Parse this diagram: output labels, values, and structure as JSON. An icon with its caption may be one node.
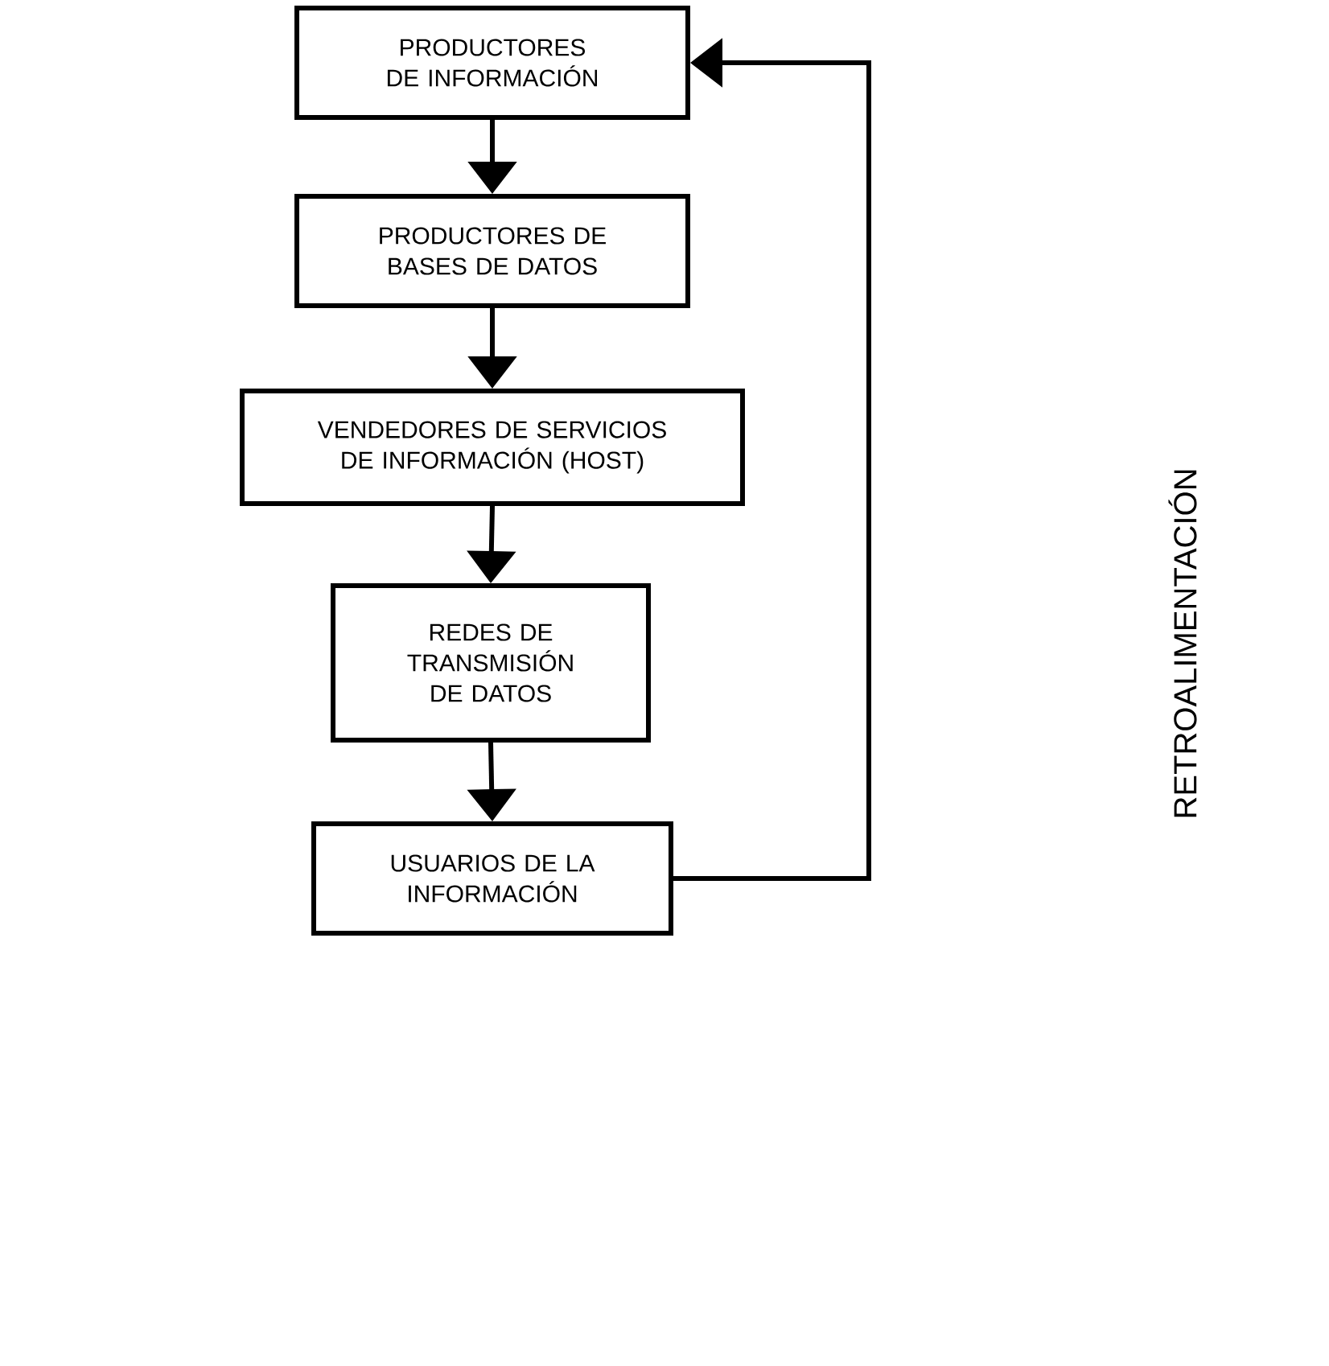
{
  "diagram": {
    "nodes": [
      {
        "text": [
          "PRODUCTORES DE INFORMACIÓN"
        ]
      },
      {
        "text": [
          "PRODUCTORES DE BASES DE DATOS"
        ]
      },
      {
        "text": [
          "VENDEDORES DE SERVICIOS DE INFORMACIÓN (HOST)"
        ]
      },
      {
        "text": [
          "REDES DE TRANSMISIÓN DE DATOS"
        ]
      },
      {
        "text": [
          "USUARIOS DE LA INFORMACIÓN"
        ]
      }
    ],
    "edges": [
      {
        "from": 0,
        "to": 1,
        "arrow": "to"
      },
      {
        "from": 1,
        "to": 2,
        "arrow": "to"
      },
      {
        "from": 2,
        "to": 3,
        "arrow": "to"
      },
      {
        "from": 3,
        "to": 4,
        "arrow": "to"
      },
      {
        "from": 4,
        "to": 0,
        "arrow": "to"
      }
    ],
    "labels": [
      "RETROALIMENTACIÓN"
    ]
  }
}
